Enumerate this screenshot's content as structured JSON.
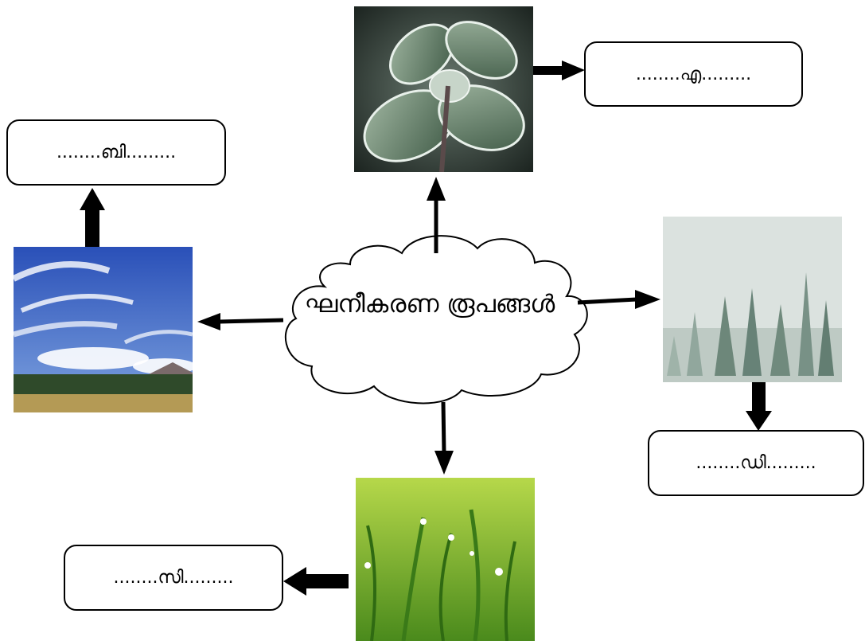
{
  "center": {
    "label": "ഘനീകരണ രൂപങ്ങൾ"
  },
  "boxes": {
    "a": "........എ.........",
    "b": "........ബി.........",
    "c": "........സി.........",
    "d": "........ഡി........."
  },
  "images": {
    "frost": "frost-covered-leaves-photo",
    "clouds": "cirrus-clouds-sky-photo",
    "fog": "foggy-forest-photo",
    "dew": "dew-drops-on-grass-photo"
  }
}
